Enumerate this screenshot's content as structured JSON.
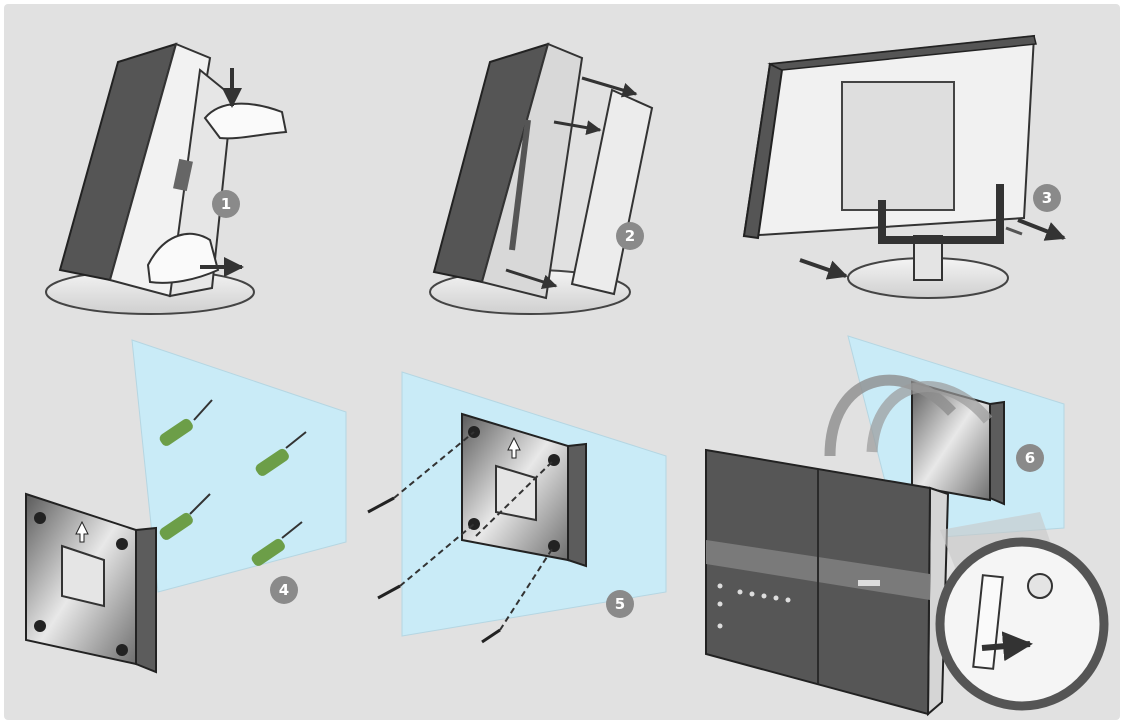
{
  "figure": {
    "type": "wall-mount-instruction-diagram",
    "panel_background": "#e1e1e1",
    "wall_color": "#c9ebf7",
    "device_color": "#555555",
    "anchor_color": "#6c9e48",
    "badge_color": "#8a8a8a"
  },
  "steps": [
    {
      "number": "1"
    },
    {
      "number": "2"
    },
    {
      "number": "3"
    },
    {
      "number": "4"
    },
    {
      "number": "5"
    },
    {
      "number": "6"
    }
  ]
}
